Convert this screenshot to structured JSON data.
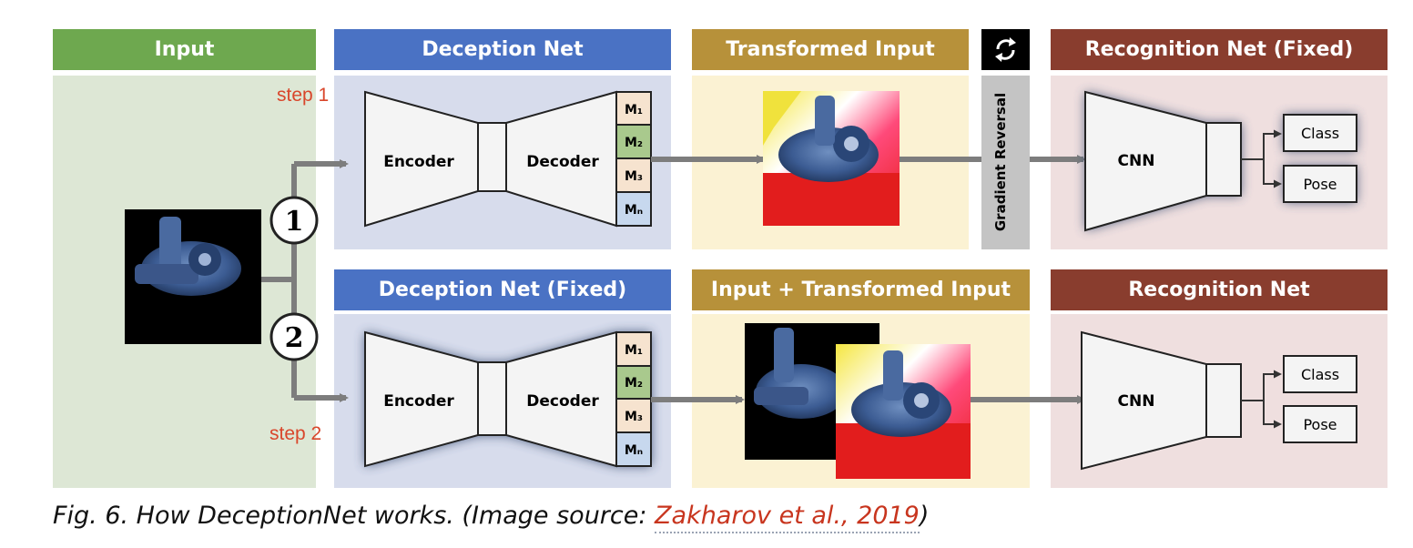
{
  "headers": {
    "input": "Input",
    "deception_net": "Deception Net",
    "transformed_input": "Transformed Input",
    "recognition_net_fixed": "Recognition Net (Fixed)",
    "deception_net_fixed": "Deception Net (Fixed)",
    "input_plus_transformed": "Input + Transformed Input",
    "recognition_net": "Recognition Net"
  },
  "steps": {
    "step1": "step 1",
    "step2": "step 2"
  },
  "circles": {
    "one": "1",
    "two": "2"
  },
  "blocks": {
    "encoder": "Encoder",
    "decoder": "Decoder",
    "cnn": "CNN",
    "gradient_reversal": "Gradient Reversal",
    "class": "Class",
    "pose": "Pose"
  },
  "modules": [
    "M₁",
    "M₂",
    "M₃",
    "Mₙ"
  ],
  "caption": {
    "prefix": "Fig. 6. How DeceptionNet works. (Image source: ",
    "link": "Zakharov et al., 2019",
    "suffix": ")"
  },
  "colors": {
    "input_header": "#6ea84f",
    "deception_header": "#4a72c4",
    "transformed_header": "#b7913a",
    "recognition_header": "#893d2e",
    "input_panel": "#dde7d5",
    "deception_panel": "#d7dcec",
    "transformed_panel": "#fbf2d3",
    "recognition_panel": "#efdfdf",
    "gradient_panel": "#c4c4c4",
    "m1": "#f6e3cf",
    "m2": "#a9c98d",
    "m3": "#f6e3cf",
    "mn": "#c7d8ee"
  },
  "icons": {
    "refresh": "refresh-icon"
  }
}
